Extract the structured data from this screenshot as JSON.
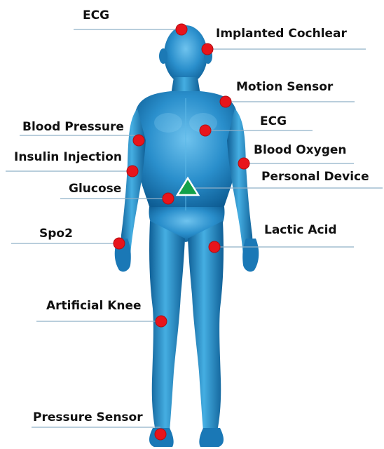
{
  "labels": {
    "ecg_head": "ECG",
    "implanted_cochlear": "Implanted Cochlear",
    "motion_sensor": "Motion Sensor",
    "ecg_chest": "ECG",
    "blood_pressure": "Blood Pressure",
    "blood_oxygen": "Blood Oxygen",
    "insulin_injection": "Insulin Injection",
    "personal_device": "Personal Device",
    "glucose": "Glucose",
    "spo2": "Spo2",
    "lactic_acid": "Lactic Acid",
    "artificial_knee": "Artificial Knee",
    "pressure_sensor": "Pressure Sensor"
  },
  "colors": {
    "sensor_dot": "#e8141b",
    "personal_device": "#13a14a",
    "leader_line": "#8fb0c8",
    "body": "#1f86c4"
  },
  "icons": {
    "sensor": "red-dot",
    "hub": "green-triangle"
  }
}
